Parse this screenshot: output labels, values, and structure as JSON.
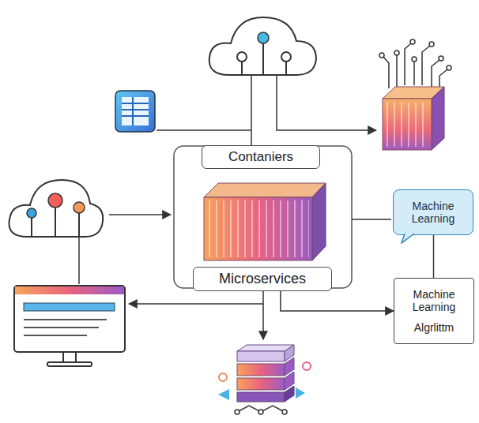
{
  "diagram": {
    "nodes": [
      {
        "text": [
          "Contaniers"
        ]
      },
      {
        "text": [
          "Microservices"
        ]
      },
      {
        "text": [
          "Machine Learning"
        ]
      },
      {
        "text": [
          "Machine Learning",
          "Algrlittm"
        ]
      }
    ],
    "edges": [
      {
        "from": 2,
        "to": 3,
        "arrow": "none"
      },
      {
        "from": 1,
        "to": 3,
        "arrow": "to"
      }
    ]
  }
}
